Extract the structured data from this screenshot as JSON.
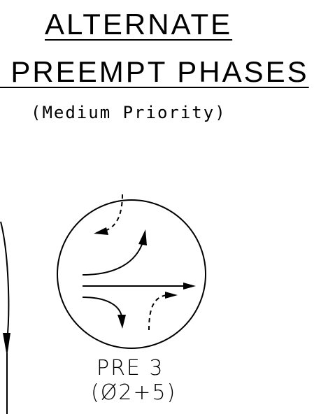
{
  "title": {
    "line1": "ALTERNATE",
    "line2": "/ PREEMPT  PHASES",
    "subtitle": "(Medium Priority)"
  },
  "phase": {
    "name": "PRE 3",
    "phases": "(Ø2+5)"
  },
  "colors": {
    "ink": "#000000",
    "background": "#ffffff"
  },
  "icons": {
    "left-turn": "curved-arrow-up-right",
    "through": "straight-arrow-right",
    "right-turn": "curved-arrow-down",
    "dashed-movements": "dashed-curved-arrows"
  }
}
